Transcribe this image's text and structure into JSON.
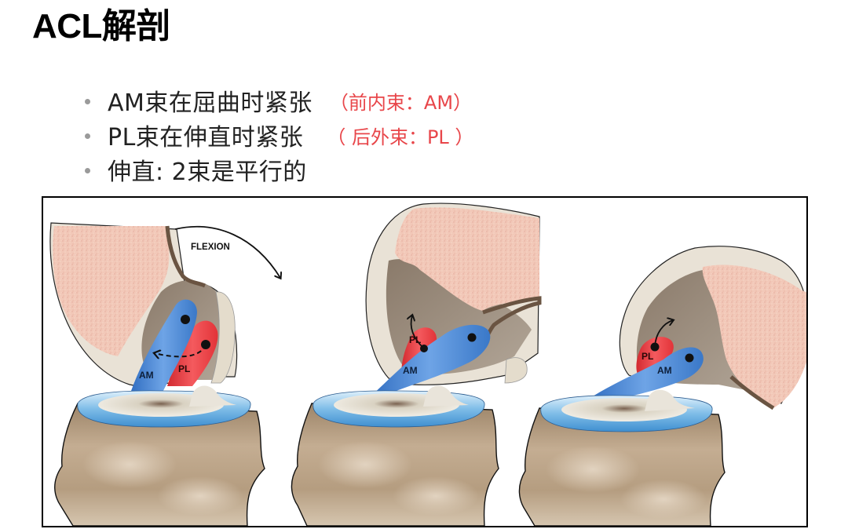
{
  "slide": {
    "title": "ACL解剖",
    "bullets": [
      {
        "text": "AM束在屈曲时紧张",
        "note": "（前内束：AM）"
      },
      {
        "text": "PL束在伸直时紧张",
        "note": "（ 后外束：PL ）"
      },
      {
        "text": "伸直: 2束是平行的",
        "note": ""
      }
    ]
  },
  "figure": {
    "motion_label": "FLEXION",
    "panels": [
      {
        "position": "left",
        "labels": {
          "am": "AM",
          "pl": "PL"
        }
      },
      {
        "position": "middle",
        "labels": {
          "am": "AM",
          "pl": "PL"
        }
      },
      {
        "position": "right",
        "labels": {
          "am": "AM",
          "pl": "PL"
        }
      }
    ],
    "colors": {
      "am_bundle": "#4a86d4",
      "pl_bundle": "#e83a3e",
      "femur_cut": "#f0c4b4",
      "cartilage": "#e6ded0",
      "notch": "#9a8d7e",
      "tibia": "#b09a80",
      "meniscus": "#8cc4ec",
      "note_red": "#e8464a"
    }
  }
}
